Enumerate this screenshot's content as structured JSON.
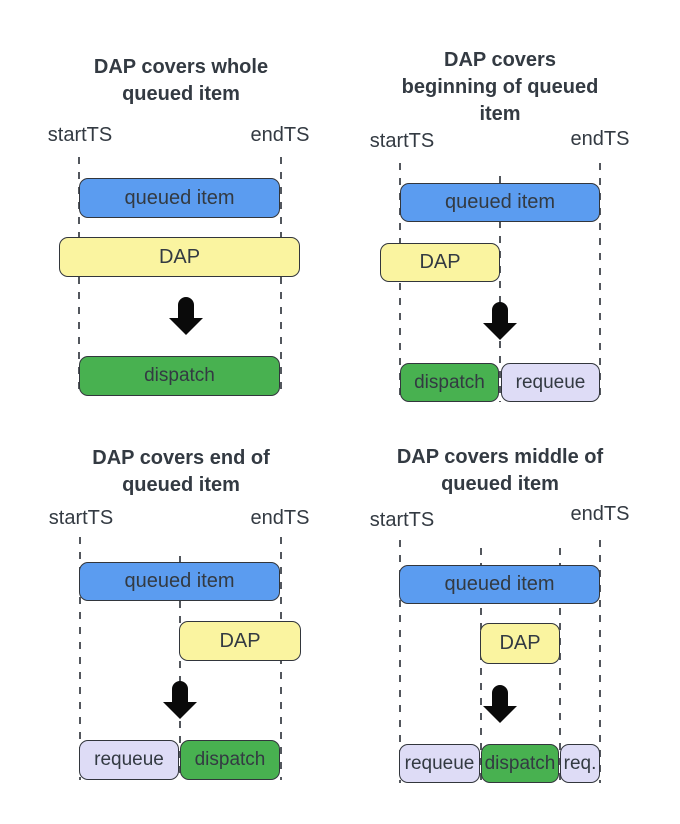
{
  "colors": {
    "queued-fill": "#5b9cf0",
    "dap-fill": "#faf4a0",
    "dispatch-fill": "#48b150",
    "requeue-fill": "#dedcf6",
    "shape-border": "#32363c",
    "dashed-line": "#53575d",
    "text": "#333a42",
    "arrow": "#0a0a0a",
    "background": "#ffffff"
  },
  "icons": {
    "down_arrow": "down-arrow"
  },
  "quadrants": [
    {
      "title_lines": [
        "DAP covers whole",
        "queued item"
      ],
      "start_label": "startTS",
      "end_label": "endTS",
      "queued_label": "queued item",
      "dap_label": "DAP",
      "results": {
        "dispatch": "dispatch"
      }
    },
    {
      "title_lines": [
        "DAP covers",
        "beginning of queued",
        "item"
      ],
      "start_label": "startTS",
      "end_label": "endTS",
      "queued_label": "queued item",
      "dap_label": "DAP",
      "results": {
        "dispatch": "dispatch",
        "requeue": "requeue"
      }
    },
    {
      "title_lines": [
        "DAP covers end of",
        "queued item"
      ],
      "start_label": "startTS",
      "end_label": "endTS",
      "queued_label": "queued item",
      "dap_label": "DAP",
      "results": {
        "requeue": "requeue",
        "dispatch": "dispatch"
      }
    },
    {
      "title_lines": [
        "DAP covers middle of",
        "queued item"
      ],
      "start_label": "startTS",
      "end_label": "endTS",
      "queued_label": "queued item",
      "dap_label": "DAP",
      "results": {
        "requeue": "requeue",
        "dispatch": "dispatch",
        "requeue_short": "req."
      }
    }
  ]
}
